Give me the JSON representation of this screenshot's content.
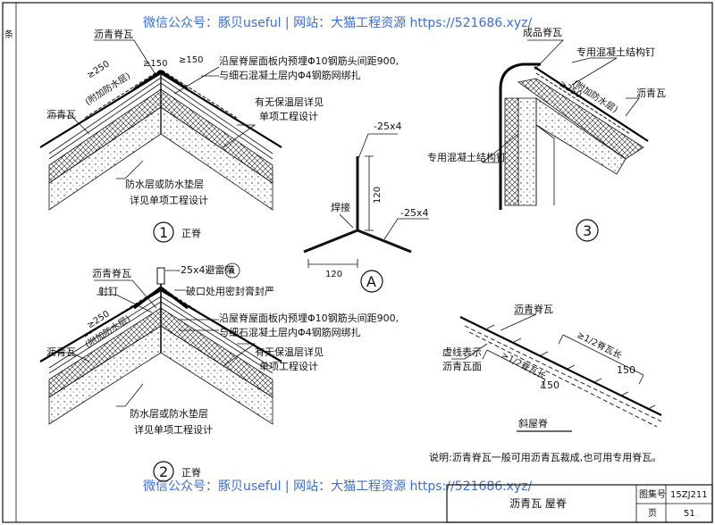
{
  "watermark": {
    "top": "微信公众号：豚贝useful | 网站：大猫工程资源 https://521686.xyz/",
    "bottom": "微信公众号：豚贝useful | 网站：大猫工程资源 https://521686.xyz/"
  },
  "detail1": {
    "ridge_tile": "沥青脊瓦",
    "tile": "沥青瓦",
    "dim_250": "≥250",
    "dim_150a": "≥150",
    "dim_150b": "≥150",
    "extra_layer": "(附加防水层)",
    "note_embed_1": "沿屋脊屋面板内预埋Φ10钢筋头间距900,",
    "note_embed_2": "与细石混凝土层内Φ4钢筋网绑扎",
    "note_insul_1": "有无保温层详见",
    "note_insul_2": "单项工程设计",
    "note_wp_1": "防水层或防水垫层",
    "note_wp_2": "详见单项工程设计",
    "number": "1",
    "title": "正脊"
  },
  "detailA": {
    "flat_top": "-25x4",
    "flat_right": "-25x4",
    "weld": "焊接",
    "dim_120_v": "120",
    "dim_120_h": "120",
    "letter": "A"
  },
  "detail3": {
    "finished_tile": "成品脊瓦",
    "nail_top": "专用混凝土结构钉",
    "dim_250": "≥250",
    "extra_layer": "(附加防水层)",
    "tile": "沥青瓦",
    "nail_left": "专用混凝土结构钉",
    "number": "3"
  },
  "detail2": {
    "ridge_tile": "沥青脊瓦",
    "lightning": "-25x4避雷带",
    "ref_letter": "A",
    "nail": "射钉",
    "seal": "破口处用密封膏封严",
    "dim_250": "≥250",
    "extra_layer": "(附加防水层)",
    "note_embed_1": "沿屋脊屋面板内预埋Φ10钢筋头间距900,",
    "note_embed_2": "与细石混凝土层内Φ4钢筋网绑扎",
    "note_insul_1": "有无保温层详见",
    "note_insul_2": "单项工程设计",
    "tile": "沥青瓦",
    "note_wp_1": "防水层或防水垫层",
    "note_wp_2": "详见单项工程设计",
    "number": "2",
    "title": "正脊"
  },
  "slope": {
    "ridge_tile": "沥青脊瓦",
    "dashed_note_1": "虚线表示",
    "dashed_note_2": "沥青瓦面",
    "half_a": "≥1/2脊瓦长",
    "half_b": "≥1/2脊瓦长",
    "dim_150a": "150",
    "dim_150b": "150",
    "title": "斜屋脊"
  },
  "note": "说明:沥青脊瓦一般可用沥青瓦裁成,也可用专用脊瓦。",
  "titleblock": {
    "drawing_title": "沥青瓦   屋脊",
    "atlas_label": "图集号",
    "atlas_value": "15ZJ211",
    "page_label": "页",
    "page_value": "51"
  },
  "left_edge": {
    "mark": "条"
  }
}
